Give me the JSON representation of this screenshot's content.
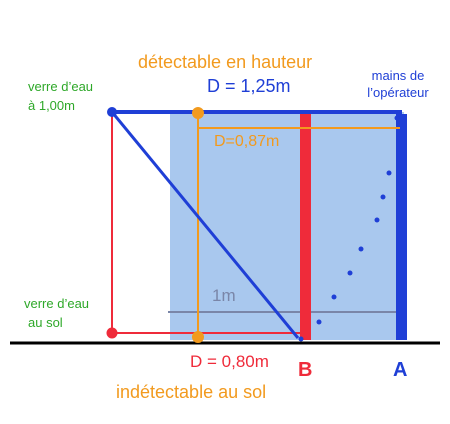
{
  "labels": {
    "top_caption": "détectable en hauteur",
    "distance_top": "D = 1,25m",
    "hands_line1": "mains de",
    "hands_line2": "l’opérateur",
    "glass_high_line1": "verre d’eau",
    "glass_high_line2": "à 1,00m",
    "glass_floor_line1": "verre d’eau",
    "glass_floor_line2": "au sol",
    "distance_mid": "D=0,87m",
    "height_marker": "1m",
    "distance_floor": "D = 0,80m",
    "point_b": "B",
    "point_a": "A",
    "bottom_caption": "indétectable au sol"
  },
  "colors": {
    "zone_fill": "#a9c8ee",
    "blue": "#1f3fd6",
    "red": "#ef2b3a",
    "orange": "#f29a1e",
    "green": "#2ea829",
    "grey_line": "#7a86a8",
    "ground": "#000000"
  }
}
